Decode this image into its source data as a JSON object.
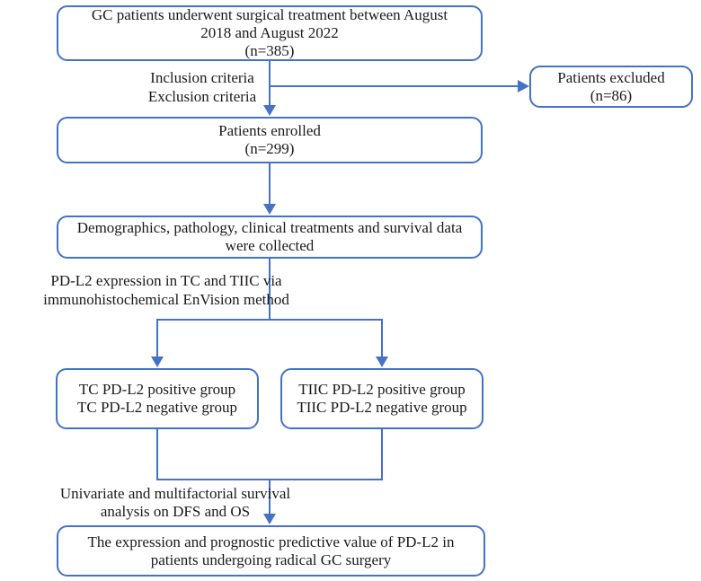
{
  "colors": {
    "line": "#4472C4",
    "text": "#1a1a1a",
    "background": "#ffffff"
  },
  "boxes": {
    "initial": {
      "lines": [
        "GC patients underwent surgical treatment between August",
        "2018 and August 2022",
        "(n=385)"
      ]
    },
    "excluded": {
      "lines": [
        "Patients excluded",
        "(n=86)"
      ]
    },
    "enrolled": {
      "lines": [
        "Patients enrolled",
        "(n=299)"
      ]
    },
    "collected": {
      "lines": [
        "Demographics, pathology, clinical treatments and survival data",
        "were collected"
      ]
    },
    "tc_group": {
      "lines": [
        "TC PD-L2 positive group",
        "TC PD-L2 negative group"
      ]
    },
    "tiic_group": {
      "lines": [
        "TIIC PD-L2 positive group",
        "TIIC PD-L2 negative group"
      ]
    },
    "outcome": {
      "lines": [
        "The expression and prognostic predictive value of PD-L2 in",
        "patients undergoing radical GC surgery"
      ]
    }
  },
  "labels": {
    "criteria": {
      "lines": [
        "Inclusion criteria",
        "Exclusion criteria"
      ]
    },
    "pdl2_method": {
      "lines": [
        "PD-L2 expression in TC and TIIC via",
        "immunohistochemical EnVision method"
      ]
    },
    "survival_analysis": {
      "lines": [
        "Univariate and multifactorial survival",
        "analysis on DFS and OS"
      ]
    }
  }
}
